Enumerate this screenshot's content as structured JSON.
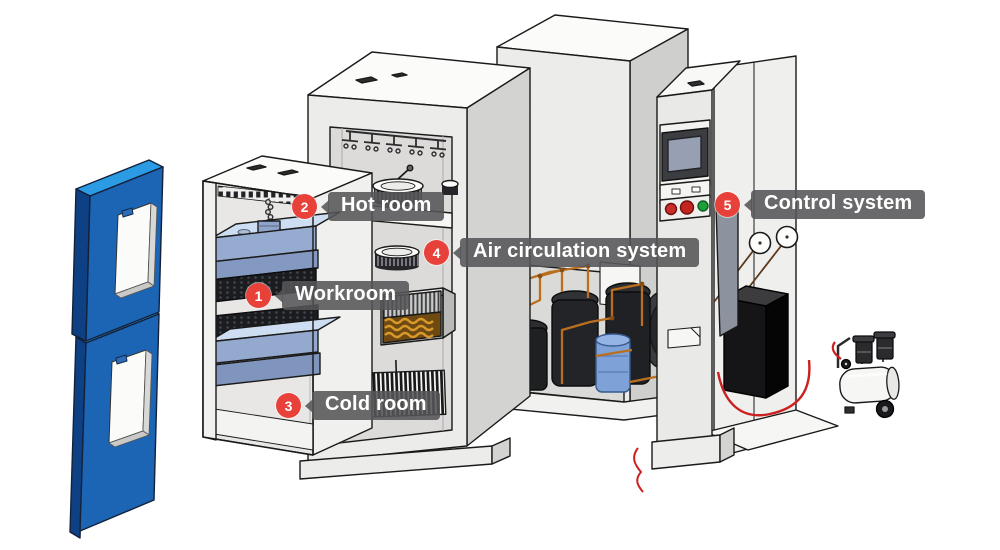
{
  "callouts": [
    {
      "number": "1",
      "label": "Workroom"
    },
    {
      "number": "2",
      "label": "Hot room"
    },
    {
      "number": "3",
      "label": "Cold room"
    },
    {
      "number": "4",
      "label": "Air circulation system"
    },
    {
      "number": "5",
      "label": "Control system"
    }
  ],
  "colors": {
    "badge_red": "#e8413a",
    "label_bg": "#555558",
    "label_text": "#ffffff",
    "door_blue_front": "#1c64b4",
    "door_blue_top": "#2b9ce4",
    "door_blue_side": "#0e4183",
    "tray_blue_top": "#cddef2",
    "tray_blue_front": "#94a9ce",
    "copper_pipe": "#b96f1e",
    "heater_coil_gold": "#d89a2b",
    "accumulator_blue": "#7ea2d8",
    "button_red": "#c92f2a",
    "button_green": "#1f9e3c",
    "cabinet_face": "#ececea",
    "cabinet_top": "#fbfbfa",
    "cabinet_side": "#d3d4d2",
    "component_black": "#1f2022",
    "screen_blue_gray": "#97a0b2",
    "cable_red": "#cc1f1f"
  },
  "components": [
    "insulated-door-panels",
    "test-chamber",
    "lift-chain",
    "hot-platen-stack",
    "specimen-baskets",
    "cold-tray-stack",
    "air-circulation-cabinet",
    "heater-hangers",
    "fan-impellers",
    "heater-coil-box",
    "finned-evaporator",
    "refrigeration-cabinet",
    "compressor-tanks",
    "accumulator-cylinder",
    "copper-piping",
    "condenser-disc",
    "control-tower",
    "touchscreen",
    "indicator-buttons",
    "pressure-gauges",
    "electrical-box",
    "power-cable",
    "air-compressor"
  ]
}
